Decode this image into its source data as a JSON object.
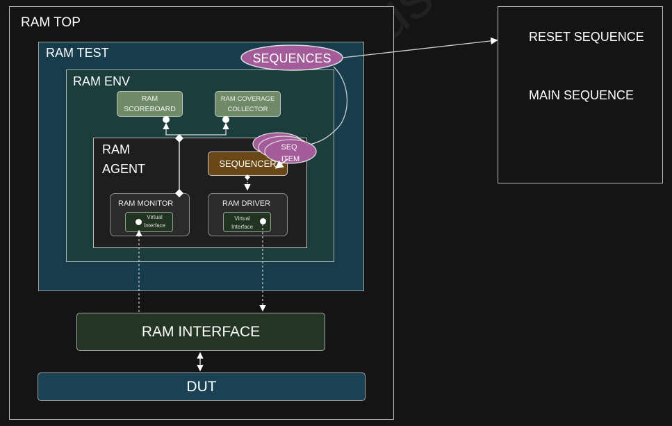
{
  "diagram": {
    "ram_top": "RAM TOP",
    "ram_test": "RAM TEST",
    "ram_env": "RAM ENV",
    "ram_agent": {
      "line1": "RAM",
      "line2": "AGENT"
    },
    "scoreboard": "RAM\nSCOREBOARD",
    "coverage": "RAM COVERAGE\nCOLLECTOR",
    "sequencer": "SEQUENCER",
    "seq_item": {
      "line1": "SEQ",
      "line2": "ITEM"
    },
    "sequences": "SEQUENCES",
    "monitor": "RAM MONITOR",
    "driver": "RAM DRIVER",
    "virtual_interface": "Virtual\nInterface",
    "ram_interface": "RAM INTERFACE",
    "dut": "DUT",
    "sequence_list": [
      "RESET SEQUENCE",
      "MAIN SEQUENCE"
    ],
    "watermark": "Mohamed Hussein"
  },
  "colors": {
    "background": "#141414",
    "ram_test_fill": "#173c4c",
    "ram_env_fill": "#1b3d3c",
    "component_green": "#6f8a66",
    "sequencer_fill": "#6a4716",
    "sequence_bubble": "#a35b9a",
    "interface_fill": "#243524",
    "dut_fill": "#1b4155"
  }
}
